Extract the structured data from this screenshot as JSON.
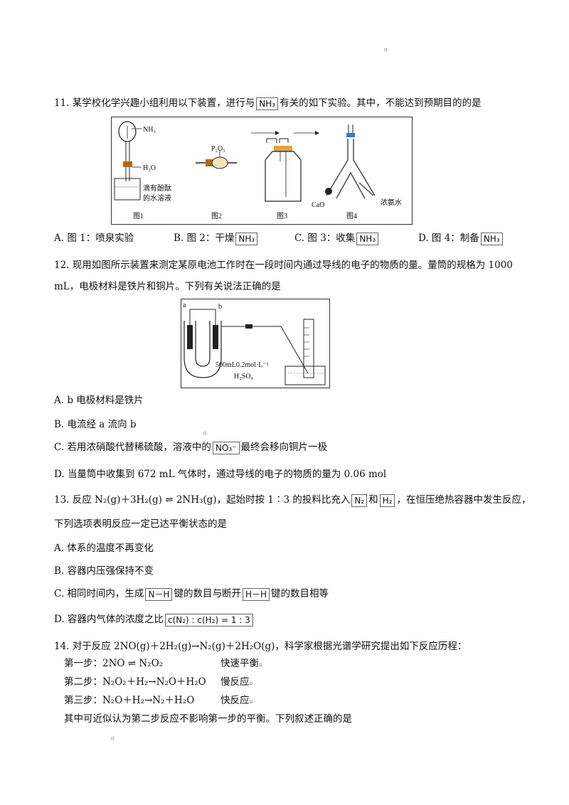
{
  "marks": {
    "top": "▫",
    "q12": "▫",
    "bottom": "▫",
    "step_end": "▫"
  },
  "q11": {
    "stem_a": "11. 某学校化学兴趣小组利用以下装置，进行与",
    "nh3_box": "NH₃",
    "stem_b": "有关的如下实验。其中，不能达到预期目的的是",
    "figure": {
      "labels": {
        "nh3": "NH₃",
        "h2o": "H₂O",
        "phenol_1": "滴有酚酞",
        "phenol_2": "的水溶液",
        "p2o5": "P₂O₅",
        "cao": "CaO",
        "ammonia": "浓氨水",
        "fig1": "图1",
        "fig2": "图2",
        "fig3": "图3",
        "fig4": "图4"
      }
    },
    "options": {
      "a": "A. 图 1：喷泉实验",
      "b_pre": "B. 图 2：干燥",
      "b_box": "NH₃",
      "c_pre": "C. 图 3：收集",
      "c_box": "NH₃",
      "d_pre": "D. 图 4：制备",
      "d_box": "NH₃"
    }
  },
  "q12": {
    "stem_1": "12. 现用如图所示装置来测定某原电池工作时在一段时间内通过导线的电子的物质的量。量筒的规格为 1000",
    "stem_2": "mL，电极材料是铁片和铜片。下列有关说法正确的是",
    "figure": {
      "label_a": "a",
      "label_b": "b",
      "sol_1": "500mL0.2mol·L⁻¹",
      "sol_2": "H₂SO₄"
    },
    "options": {
      "a": "A. b 电极材料是铁片",
      "b": "B.  电流经  a 流向  b",
      "c_pre": "C.  若用浓硝酸代替稀硫酸，溶液中的",
      "c_box": "NO₃⁻",
      "c_post": "最终会移向铜片一极",
      "d": "D.  当量筒中收集到  672 mL 气体时，通过导线的电子的物质的量为  0.06 mol"
    }
  },
  "q13": {
    "stem_pre": "13.  反应  N₂(g)＋3H₂(g)",
    "stem_mid": "2NH₃(g)，起始时按  1∶3 的投料比充入",
    "n2_box": "N₂",
    "and": "和",
    "h2_box": "H₂",
    "stem_post": "，在恒压绝热容器中发生反应，",
    "stem_2": "下列选项表明反应一定已达平衡状态的是",
    "options": {
      "a": "A.  体系的温度不再变化",
      "b": "B.  容器内压强保持不变",
      "c_pre": "C.  相同时间内，生成",
      "c_box1": "N－H",
      "c_mid": "键的数目与断开",
      "c_box2": "H－H",
      "c_post": "键的数目相等",
      "d_pre": "D.  容器内气体的浓度之比",
      "d_box": "c(N₂) : c(H₂) = 1 : 3"
    }
  },
  "q14": {
    "stem": "14.  对于反应  2NO(g)＋2H₂(g)→N₂(g)＋2H₂O(g)，科学家根据光谱学研究提出如下反应历程：",
    "step1_a": "第一步：2NO",
    "step1_b": "N₂O₂",
    "step1_c": "快速平衡",
    "step2_a": "第二步：N₂O₂＋H₂→N₂O＋H₂O",
    "step2_c": "慢反应",
    "step3_a": "第三步：N₂O＋H₂→N₂＋H₂O",
    "step3_c": "快反应",
    "tail": "其中可近似认为第二步反应不影响第一步的平衡。下列叙述正确的是"
  }
}
